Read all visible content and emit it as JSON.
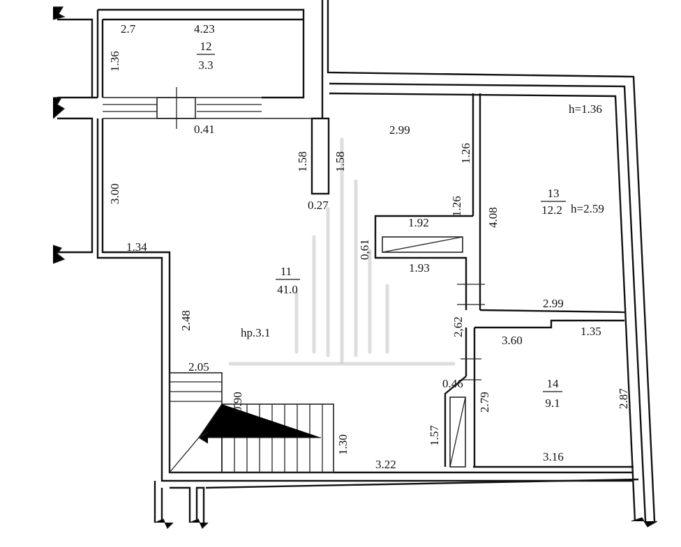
{
  "rooms": [
    {
      "number": "12",
      "area": "3.3"
    },
    {
      "number": "11",
      "area": "41.0"
    },
    {
      "number": "13",
      "area": "12.2"
    },
    {
      "number": "14",
      "area": "9.1"
    }
  ],
  "notes": {
    "height_13": "h=2.59",
    "height_top": "h=1.36",
    "hp": "hp.3.1"
  },
  "dimensions": {
    "d_2_7": "2.7",
    "d_4_23": "4.23",
    "d_1_36": "1.36",
    "d_0_41": "0.41",
    "d_2_99_top": "2.99",
    "d_1_58_a": "1.58",
    "d_1_58_b": "1.58",
    "d_0_27": "0.27",
    "d_3_00": "3.00",
    "d_1_26_a": "1.26",
    "d_1_26_b": "1.26",
    "d_1_92": "1.92",
    "d_0_61": "0,61",
    "d_1_93": "1.93",
    "d_4_08": "4.08",
    "d_1_34": "1.34",
    "d_2_48": "2.48",
    "d_2_99_mid": "2.99",
    "d_2_62": "2,62",
    "d_3_60": "3.60",
    "d_1_35": "1.35",
    "d_2_05": "2.05",
    "d_0_90": "0.90",
    "d_0_46": "0.46",
    "d_2_79": "2.79",
    "d_2_87": "2.87",
    "d_1_30": "1.30",
    "d_1_57": "1.57",
    "d_3_22": "3.22",
    "d_3_16": "3.16"
  }
}
